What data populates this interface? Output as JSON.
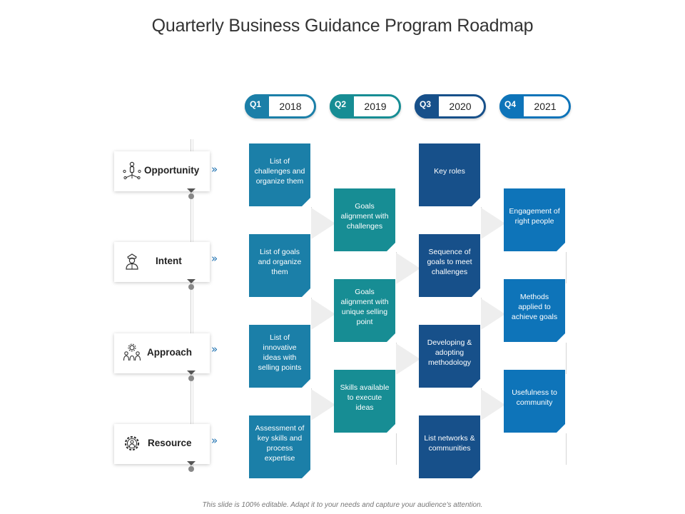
{
  "title": "Quarterly Business Guidance Program Roadmap",
  "quarters": [
    {
      "q": "Q1",
      "year": "2018",
      "color": "#1b7fa8"
    },
    {
      "q": "Q2",
      "year": "2019",
      "color": "#178d94"
    },
    {
      "q": "Q3",
      "year": "2020",
      "color": "#17508a"
    },
    {
      "q": "Q4",
      "year": "2021",
      "color": "#0e74b9"
    }
  ],
  "categories": [
    {
      "label": "Opportunity",
      "icon": "people-network-icon"
    },
    {
      "label": "Intent",
      "icon": "person-cap-icon"
    },
    {
      "label": "Approach",
      "icon": "gear-people-icon"
    },
    {
      "label": "Resource",
      "icon": "gear-person-icon"
    }
  ],
  "chevron": "»",
  "columns": [
    {
      "cards": [
        "List of challenges and organize them",
        "List of goals and organize them",
        "List of innovative ideas with selling points",
        "Assessment of key skills and process expertise"
      ]
    },
    {
      "cards": [
        "Goals alignment with challenges",
        "Goals alignment with unique selling point",
        "Skills available to execute ideas"
      ]
    },
    {
      "cards": [
        "Key roles",
        "Sequence of goals to meet challenges",
        "Developing & adopting methodology",
        "List networks & communities"
      ]
    },
    {
      "cards": [
        "Engagement of right people",
        "Methods applied to achieve goals",
        "Usefulness to community"
      ]
    }
  ],
  "footer": "This slide is 100% editable. Adapt it to your needs and capture your audience's attention."
}
